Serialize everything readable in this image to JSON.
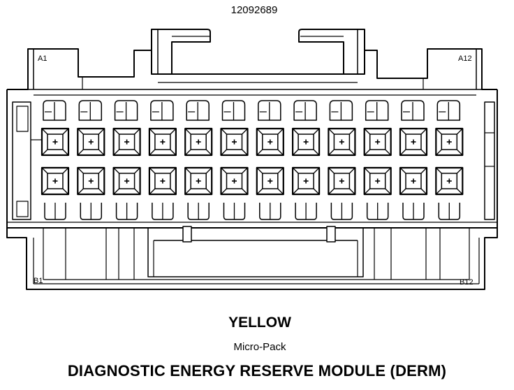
{
  "connector": {
    "part_number": "12092689",
    "pin_labels": {
      "a1": "A1",
      "a12": "A12",
      "b1": "B1",
      "b12": "B12"
    },
    "columns": 12,
    "rows": 2,
    "color_name": "YELLOW",
    "family": "Micro-Pack",
    "module_title": "DIAGNOSTIC ENERGY RESERVE MODULE (DERM)"
  },
  "colors": {
    "ink": "#000000",
    "paper": "#ffffff"
  }
}
